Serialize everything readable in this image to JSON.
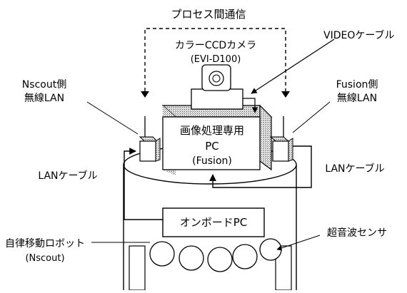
{
  "labels": {
    "process_comm": "プロセス間通信",
    "camera_line1": "カラーCCDカメラ",
    "camera_line2": "(EVI-D100)",
    "video_cable": "VIDEOケーブル",
    "nscout_lan_line1": "Nscout側",
    "nscout_lan_line2": "無線LAN",
    "fusion_lan_line1": "Fusion側",
    "fusion_lan_line2": "無線LAN",
    "pc_line1": "画像処理専用",
    "pc_line2": "PC",
    "pc_line3": "(Fusion)",
    "lan_cable_left": "LANケーブル",
    "lan_cable_right": "LANケーブル",
    "onboard_pc": "オンボードPC",
    "robot_line1": "自律移動ロボット",
    "robot_line2": "(Nscout)",
    "ultrasonic": "超音波センサ"
  }
}
